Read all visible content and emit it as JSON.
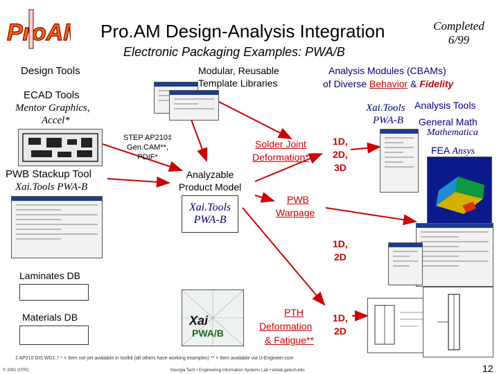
{
  "header": {
    "title": "Pro.AM Design-Analysis Integration",
    "subtitle": "Electronic Packaging Examples: PWA/B",
    "completed_line1": "Completed",
    "completed_line2": "6/99",
    "logo_text": "ProAM"
  },
  "design_tools": {
    "heading": "Design Tools",
    "ecad_label": "ECAD Tools",
    "ecad_vendor_line1": "Mentor Graphics,",
    "ecad_vendor_line2": "Accel*",
    "pwb_stackup_label": "PWB Stackup Tool",
    "pwb_stackup_vendor": "Xai.Tools PWA-B"
  },
  "databases": {
    "laminates_label": "Laminates DB",
    "materials_label": "Materials DB"
  },
  "center": {
    "template_libraries_line1": "Modular, Reusable",
    "template_libraries_line2": "Template Libraries",
    "formats_line1": "STEP AP210‡",
    "formats_line2": "Gen.CAM**,",
    "formats_line3": "PDIF*",
    "analyzable_line1": "Analyzable",
    "analyzable_line2": "Product Model",
    "xai_box_line1": "Xai.Tools",
    "xai_box_line2": "PWA-B",
    "xai_logo_line1": "Xai",
    "xai_logo_line2": "PWA/B"
  },
  "analysis_modules": {
    "heading_line1": "Analysis Modules (CBAMs)",
    "heading_line2_prefix": "of Diverse",
    "heading_behavior": "Behavior",
    "heading_amp": "&",
    "heading_fidelity": "Fidelity",
    "solder_joint_line1": "Solder Joint",
    "solder_joint_line2": "Deformation*",
    "solder_fidelity_line1": "1D,",
    "solder_fidelity_line2": "2D,",
    "solder_fidelity_line3": "3D",
    "pwb_warpage_line1": "PWB",
    "pwb_warpage_line2": "Warpage",
    "warpage_fidelity_line1": "1D,",
    "warpage_fidelity_line2": "2D",
    "pth_line1": "PTH",
    "pth_line2": "Deformation",
    "pth_line3": "& Fatigue**",
    "pth_fidelity_line1": "1D,",
    "pth_fidelity_line2": "2D"
  },
  "analysis_tools": {
    "heading": "Analysis Tools",
    "xai_line1": "Xai.Tools",
    "xai_line2": "PWA-B",
    "general_math": "General Math",
    "mathematica": "Mathematica",
    "fea_prefix": "FEA",
    "fea_tool": "Ansys"
  },
  "footer": {
    "notes": "‡ AP210 DIS WD1.7     * = Item not yet available in toolkit (all others have working examples)     ** = Item available via U-Engineer.com",
    "copyright": "© 2001 GTRC",
    "lab": "Georgia Tech  •  Engineering Information Systems Lab  •  eislab.gatech.edu",
    "page_number": "12"
  },
  "colors": {
    "navy": "#000080",
    "red": "#cc0000",
    "arrow_red": "#cc0000",
    "arrow_gray": "#555555"
  }
}
